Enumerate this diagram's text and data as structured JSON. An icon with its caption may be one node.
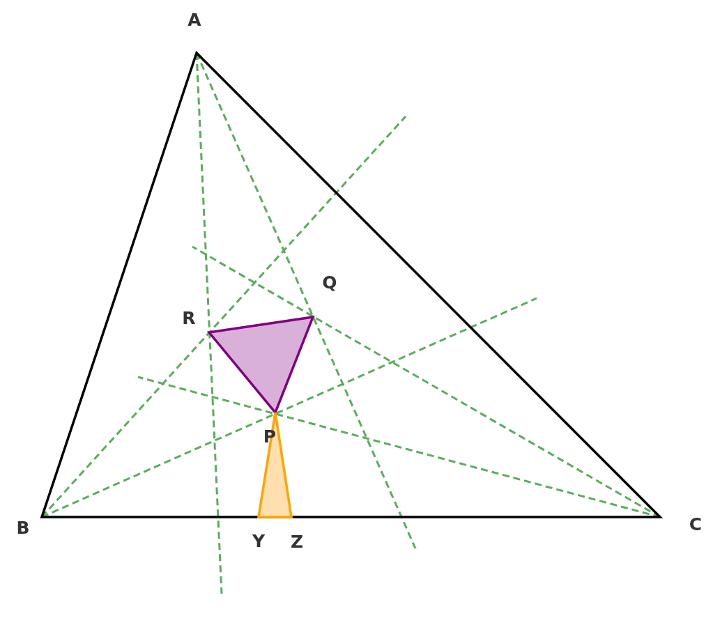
{
  "diagram": {
    "labels": [
      "A",
      "Q",
      "R",
      "P",
      "B",
      "C",
      "Y",
      "Z"
    ]
  }
}
